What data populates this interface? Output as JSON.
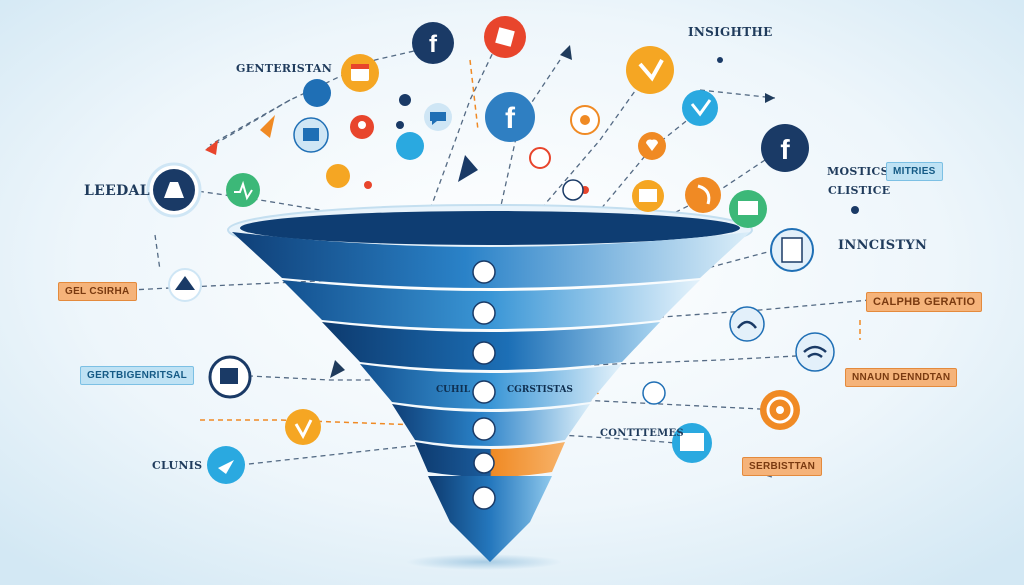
{
  "labels": {
    "top_center": "INSIGHTHE",
    "top_left": "GENTERISTAN",
    "left": "LEEDAL",
    "left_tag_orange": "GEL CSIRHA",
    "left_tag_blue": "GERTBIGENRITSAL",
    "bottom_left": "CLUNIS",
    "right_upper": "MOSTICS",
    "right_tag_blue": "MITRIES",
    "right_sub": "CLISTICE",
    "right_mid": "INNCISTYN",
    "right_tag_orange_1": "CALPHB GERATIO",
    "right_tag_orange_2": "NNAUN DENNDTAN",
    "right_bottom": "CONTTTEMES",
    "right_tag_orange_3": "SERBISTTAN",
    "funnel_left": "CUHIL",
    "funnel_right": "CGRSTISTAS"
  },
  "colors": {
    "background_center": "#ffffff",
    "background_edge": "#d9ecf6",
    "funnel_dark": "#0e3d72",
    "funnel_mid": "#1f6fb5",
    "funnel_light": "#8fc6ea",
    "funnel_lighter": "#cfe6f5",
    "accent_orange": "#f08a24",
    "accent_green": "#3cb878",
    "accent_red": "#e8452c",
    "accent_navy": "#1a3a66"
  },
  "icons": [
    "facebook-icon",
    "chat-bubble-icon",
    "calendar-icon",
    "twitter-bird-icon",
    "location-pin-icon",
    "rss-feed-icon",
    "mail-icon",
    "wifi-icon",
    "chart-icon",
    "document-icon",
    "megaphone-icon",
    "heart-icon"
  ]
}
